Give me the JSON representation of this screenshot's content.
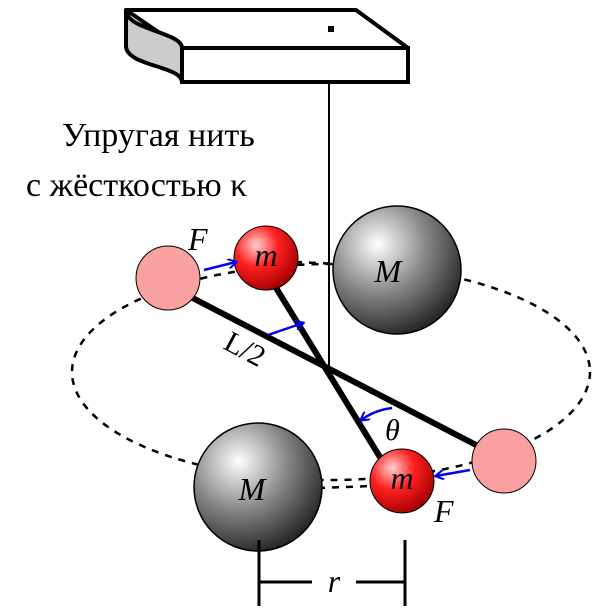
{
  "caption": {
    "line1": "Упругая нить",
    "line2": "с жёсткостью κ"
  },
  "labels": {
    "force_top": "F",
    "force_bottom": "F",
    "small_mass_top": "m",
    "small_mass_bottom": "m",
    "large_mass_top": "M",
    "large_mass_bottom": "M",
    "half_length": "L/2",
    "angle": "θ",
    "distance": "r"
  },
  "colors": {
    "small_mass": "#ff0000",
    "displaced_mass": "#f9a0a0",
    "large_mass": "#555555",
    "arrow": "#0000ee"
  }
}
